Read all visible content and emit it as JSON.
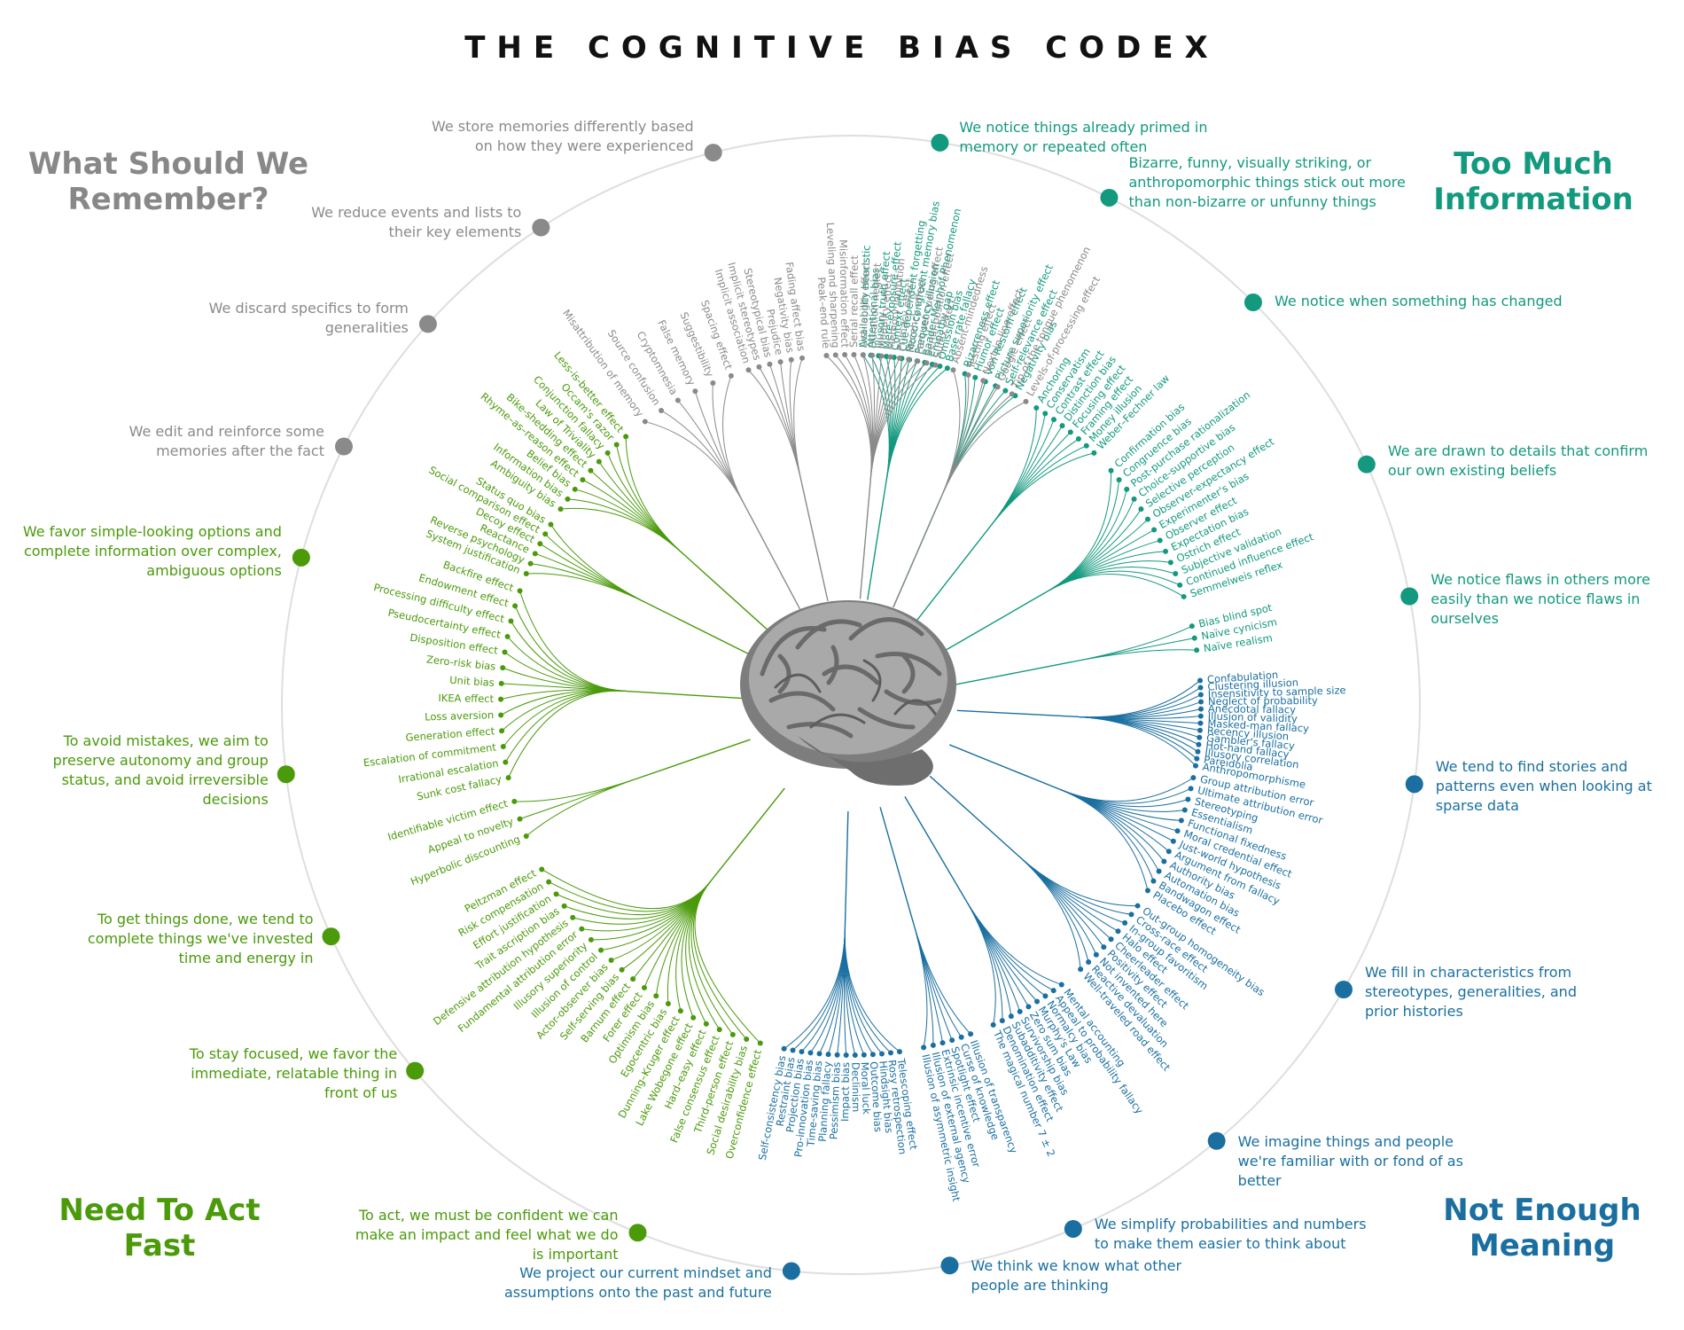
{
  "title": "THE COGNITIVE BIAS CODEX",
  "colors": {
    "grey": "#8a8a8a",
    "teal": "#12997e",
    "green": "#4a9a0a",
    "blue": "#1a6fa0",
    "ring": "#dedede"
  },
  "quadrants": {
    "remember": "What Should We Remember?",
    "info": "Too Much Information",
    "act": "Need To Act Fast",
    "meaning": "Not Enough Meaning"
  },
  "groups": [
    {
      "quad": "info",
      "label": "We notice things already primed in memory or repeated often",
      "items": [
        "Availability heuristic",
        "Attentional bias",
        "Illusory truth effect",
        "Mere-exposure effect",
        "Context effect",
        "Cue-dependent forgetting",
        "Mood-congruent memory bias",
        "Frequency illusion",
        "Baader-Meinhof Phenomenon",
        "Empathy gap",
        "Omission bias",
        "Base rate fallacy"
      ]
    },
    {
      "quad": "info",
      "label": "Bizarre, funny, visually striking, or anthropomorphic things stick out more than non-bizarre or unfunny things",
      "items": [
        "Bizarreness effect",
        "Humor effect",
        "Von Restorff effect",
        "Picture superiority effect",
        "Self-relevance effect",
        "Negativity bias"
      ]
    },
    {
      "quad": "info",
      "label": "We notice when something has changed",
      "items": [
        "Anchoring",
        "Conservatism",
        "Contrast effect",
        "Distinction bias",
        "Focusing effect",
        "Framing effect",
        "Money illusion",
        "Weber–Fechner law"
      ]
    },
    {
      "quad": "info",
      "label": "We are drawn to details that confirm our own existing beliefs",
      "items": [
        "Confirmation bias",
        "Congruence bias",
        "Post-purchase rationalization",
        "Choice-supportive bias",
        "Selective perception",
        "Observer-expectancy effect",
        "Experimenter's bias",
        "Observer effect",
        "Expectation bias",
        "Ostrich effect",
        "Subjective validation",
        "Continued influence effect",
        "Semmelweis reflex"
      ]
    },
    {
      "quad": "info",
      "label": "We notice flaws in others more easily than we notice flaws in ourselves",
      "items": [
        "Bias blind spot",
        "Naïve cynicism",
        "Naïve realism"
      ]
    },
    {
      "quad": "meaning",
      "label": "We tend to find stories and patterns even when looking at sparse data",
      "items": [
        "Confabulation",
        "Clustering illusion",
        "Insensitivity to sample size",
        "Neglect of probability",
        "Anecdotal fallacy",
        "Illusion of validity",
        "Masked-man fallacy",
        "Recency illusion",
        "Gambler's fallacy",
        "Hot-hand fallacy",
        "Illusory correlation",
        "Pareidolia",
        "Anthropomorphisme"
      ]
    },
    {
      "quad": "meaning",
      "label": "We fill in characteristics from stereotypes, generalities, and prior histories",
      "items": [
        "Group attribution error",
        "Ultimate attribution error",
        "Stereotyping",
        "Essentialism",
        "Functional fixedness",
        "Moral credential effect",
        "Just-world hypothesis",
        "Argument from fallacy",
        "Authority bias",
        "Automation bias",
        "Bandwagon effect",
        "Placebo effect"
      ]
    },
    {
      "quad": "meaning",
      "label": "We imagine things and people we're familiar with or fond of as better",
      "items": [
        "Out-group homogeneity bias",
        "Cross-race effect",
        "In-group favoritism",
        "Halo effect",
        "Cheerleader effect",
        "Positivity effect",
        "Not invented here",
        "Reactive devaluation",
        "Well-traveled road effect"
      ]
    },
    {
      "quad": "meaning",
      "label": "We simplify probabilities and numbers to make them easier to think about",
      "items": [
        "Mental accounting",
        "Appeal to probability fallacy",
        "Normalcy bias",
        "Murphy's Law",
        "Zero sum bias",
        "Survivorship bias",
        "Subadditivity effect",
        "Denomination effect",
        "The magical number 7 ± 2"
      ]
    },
    {
      "quad": "meaning",
      "label": "We think we know what other people are thinking",
      "items": [
        "Illusion of transparency",
        "Curse of knowledge",
        "Spotlight effect",
        "Extrinsic incentive error",
        "Illusion of external agency",
        "Illusion of asymmetric insight"
      ]
    },
    {
      "quad": "meaning",
      "label": "We project our current mindset and assumptions onto the past and future",
      "items": [
        "Telescoping effect",
        "Rosy retrospection",
        "Hindsight bias",
        "Outcome bias",
        "Moral luck",
        "Declinism",
        "Impact bias",
        "Pessimism bias",
        "Planning fallacy",
        "Time-saving bias",
        "Pro-innovation bias",
        "Projection bias",
        "Restraint bias",
        "Self-consistency bias"
      ]
    },
    {
      "quad": "act",
      "label": "To act, we must be confident we can make an impact and feel what we do is important",
      "items": [
        "Overconfidence effect",
        "Social desirability bias",
        "Third-person effect",
        "False consensus effect",
        "Hard–easy effect",
        "Lake Wobegone effect",
        "Dunning–Kruger effect",
        "Egocentric bias",
        "Optimism bias",
        "Forer effect",
        "Barnum effect",
        "Self-serving bias",
        "Actor-observer bias",
        "Illusion of control",
        "Illusory superiority",
        "Fundamental attribution error",
        "Defensive attribution hypothesis",
        "Trait ascription bias",
        "Effort justification",
        "Risk compensation",
        "Peltzman effect"
      ]
    },
    {
      "quad": "act",
      "label": "To stay focused, we favor the immediate, relatable thing in front of us",
      "items": [
        "Hyperbolic discounting",
        "Appeal to novelty",
        "Identifiable victim effect"
      ]
    },
    {
      "quad": "act",
      "label": "To get things done, we tend to complete things we've invested time and energy in",
      "items": [
        "Sunk cost fallacy",
        "Irrational escalation",
        "Escalation of commitment",
        "Generation effect",
        "Loss aversion",
        "IKEA effect",
        "Unit bias",
        "Zero-risk bias",
        "Disposition effect",
        "Pseudocertainty effect",
        "Processing difficulty effect",
        "Endowment effect",
        "Backfire effect"
      ]
    },
    {
      "quad": "act",
      "label": "To avoid mistakes, we aim to preserve autonomy and group status, and avoid irreversible decisions",
      "items": [
        "System justification",
        "Reverse psychology",
        "Reactance",
        "Decoy effect",
        "Social comparison effect",
        "Status quo bias"
      ]
    },
    {
      "quad": "act",
      "label": "We favor simple-looking options and complete information over complex, ambiguous options",
      "items": [
        "Ambiguity bias",
        "Information bias",
        "Belief bias",
        "Rhyme–as–reason effect",
        "Bike-shedding effect",
        "Law of Triviality",
        "Conjunction fallacy",
        "Occam's razor",
        "Less-is-better effect"
      ]
    },
    {
      "quad": "remember",
      "label": "We edit and reinforce some memories after the fact",
      "items": [
        "Misattribution of memory",
        "Source confusion",
        "Cryptomnesia",
        "False memory",
        "Suggestibility",
        "Spacing effect"
      ]
    },
    {
      "quad": "remember",
      "label": "We discard specifics to form generalities",
      "items": [
        "Implicit association",
        "Implicit stereotypes",
        "Stereotypical bias",
        "Prejudice",
        "Negativity bias",
        "Fading affect bias"
      ]
    },
    {
      "quad": "remember",
      "label": "We reduce events and lists to their key elements",
      "items": [
        "Peak–end rule",
        "Leveling and sharpening",
        "Misinformation effect",
        "Serial recall effect",
        "List-length effect",
        "Duration neglect",
        "Modality effect",
        "Memory inhibition",
        "Primacy effect",
        "Recency effect",
        "Part-set cueing effect",
        "Serial-position effect",
        "Suffix effect"
      ]
    },
    {
      "quad": "remember",
      "label": "We store memories differently based on how they were experienced",
      "items": [
        "Absent-mindedness",
        "Testing effect",
        "Next-in-line effect",
        "Google effect",
        "Tip of the tongue phenomenon",
        "Levels-of-processing effect"
      ]
    }
  ]
}
